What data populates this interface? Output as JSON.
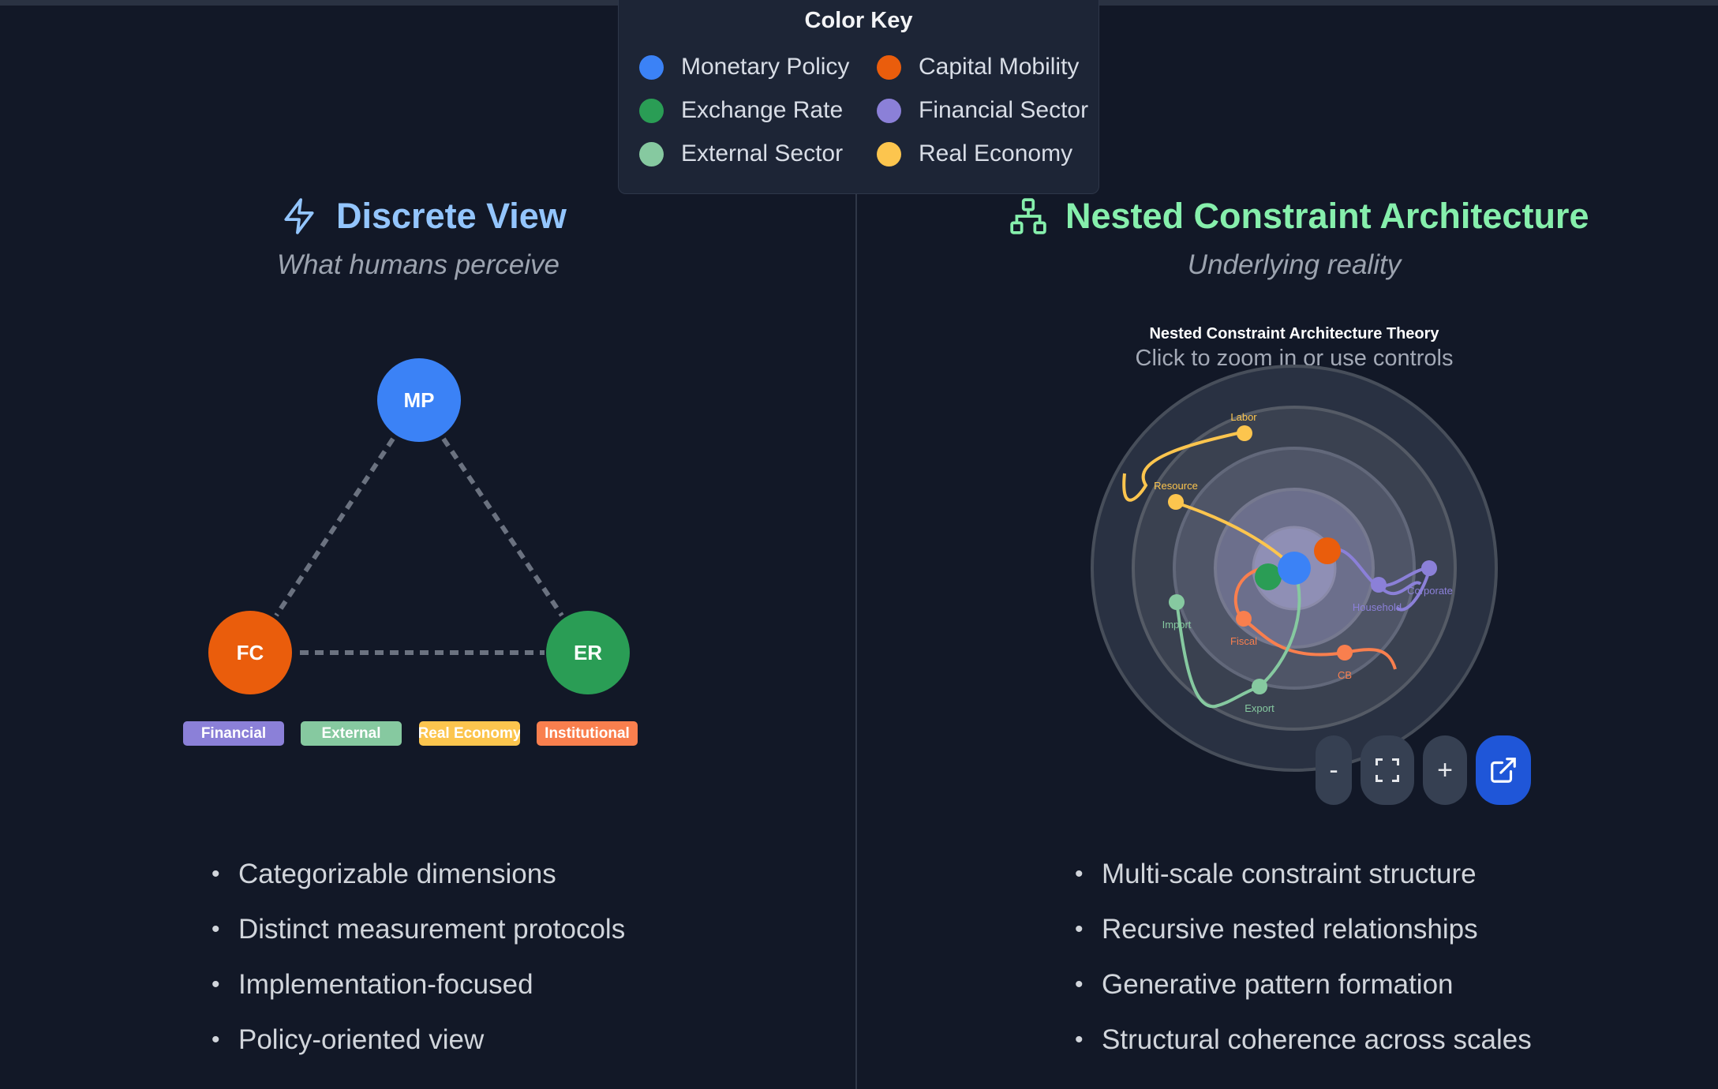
{
  "legend": {
    "title": "Color Key",
    "items": [
      {
        "label": "Monetary Policy",
        "color": "#3b82f6"
      },
      {
        "label": "Capital Mobility",
        "color": "#ea5d0c"
      },
      {
        "label": "Exchange Rate",
        "color": "#2a9d55"
      },
      {
        "label": "Financial Sector",
        "color": "#8b80d8"
      },
      {
        "label": "External Sector",
        "color": "#86c9a0"
      },
      {
        "label": "Real Economy",
        "color": "#fcc54e"
      }
    ]
  },
  "left_panel": {
    "title": "Discrete View",
    "subtitle": "What humans perceive",
    "title_color": "#93c5fd",
    "icon": "lightning-icon",
    "nodes": {
      "mp": "MP",
      "fc": "FC",
      "er": "ER"
    },
    "tags": [
      {
        "label": "Financial",
        "color": "#8b80d8"
      },
      {
        "label": "External",
        "color": "#86c9a0"
      },
      {
        "label": "Real Economy",
        "color": "#fcc54e"
      },
      {
        "label": "Institutional",
        "color": "#f97f4e"
      }
    ],
    "bullets": [
      "Categorizable dimensions",
      "Distinct measurement protocols",
      "Implementation-focused",
      "Policy-oriented view"
    ]
  },
  "right_panel": {
    "title": "Nested Constraint Architecture",
    "subtitle": "Underlying reality",
    "title_color": "#86efac",
    "icon": "hierarchy-icon",
    "diagram": {
      "title": "Nested Constraint Architecture Theory",
      "hint": "Click to zoom in or use controls",
      "labels": {
        "labor": "Labor",
        "resource": "Resource",
        "household": "Household",
        "corporate": "Corporate",
        "import": "Import",
        "fiscal": "Fiscal",
        "cb": "CB",
        "export": "Export"
      }
    },
    "controls": {
      "zoom_out": "-",
      "zoom_in": "+"
    },
    "bullets": [
      "Multi-scale constraint structure",
      "Recursive nested relationships",
      "Generative pattern formation",
      "Structural coherence across scales"
    ]
  }
}
